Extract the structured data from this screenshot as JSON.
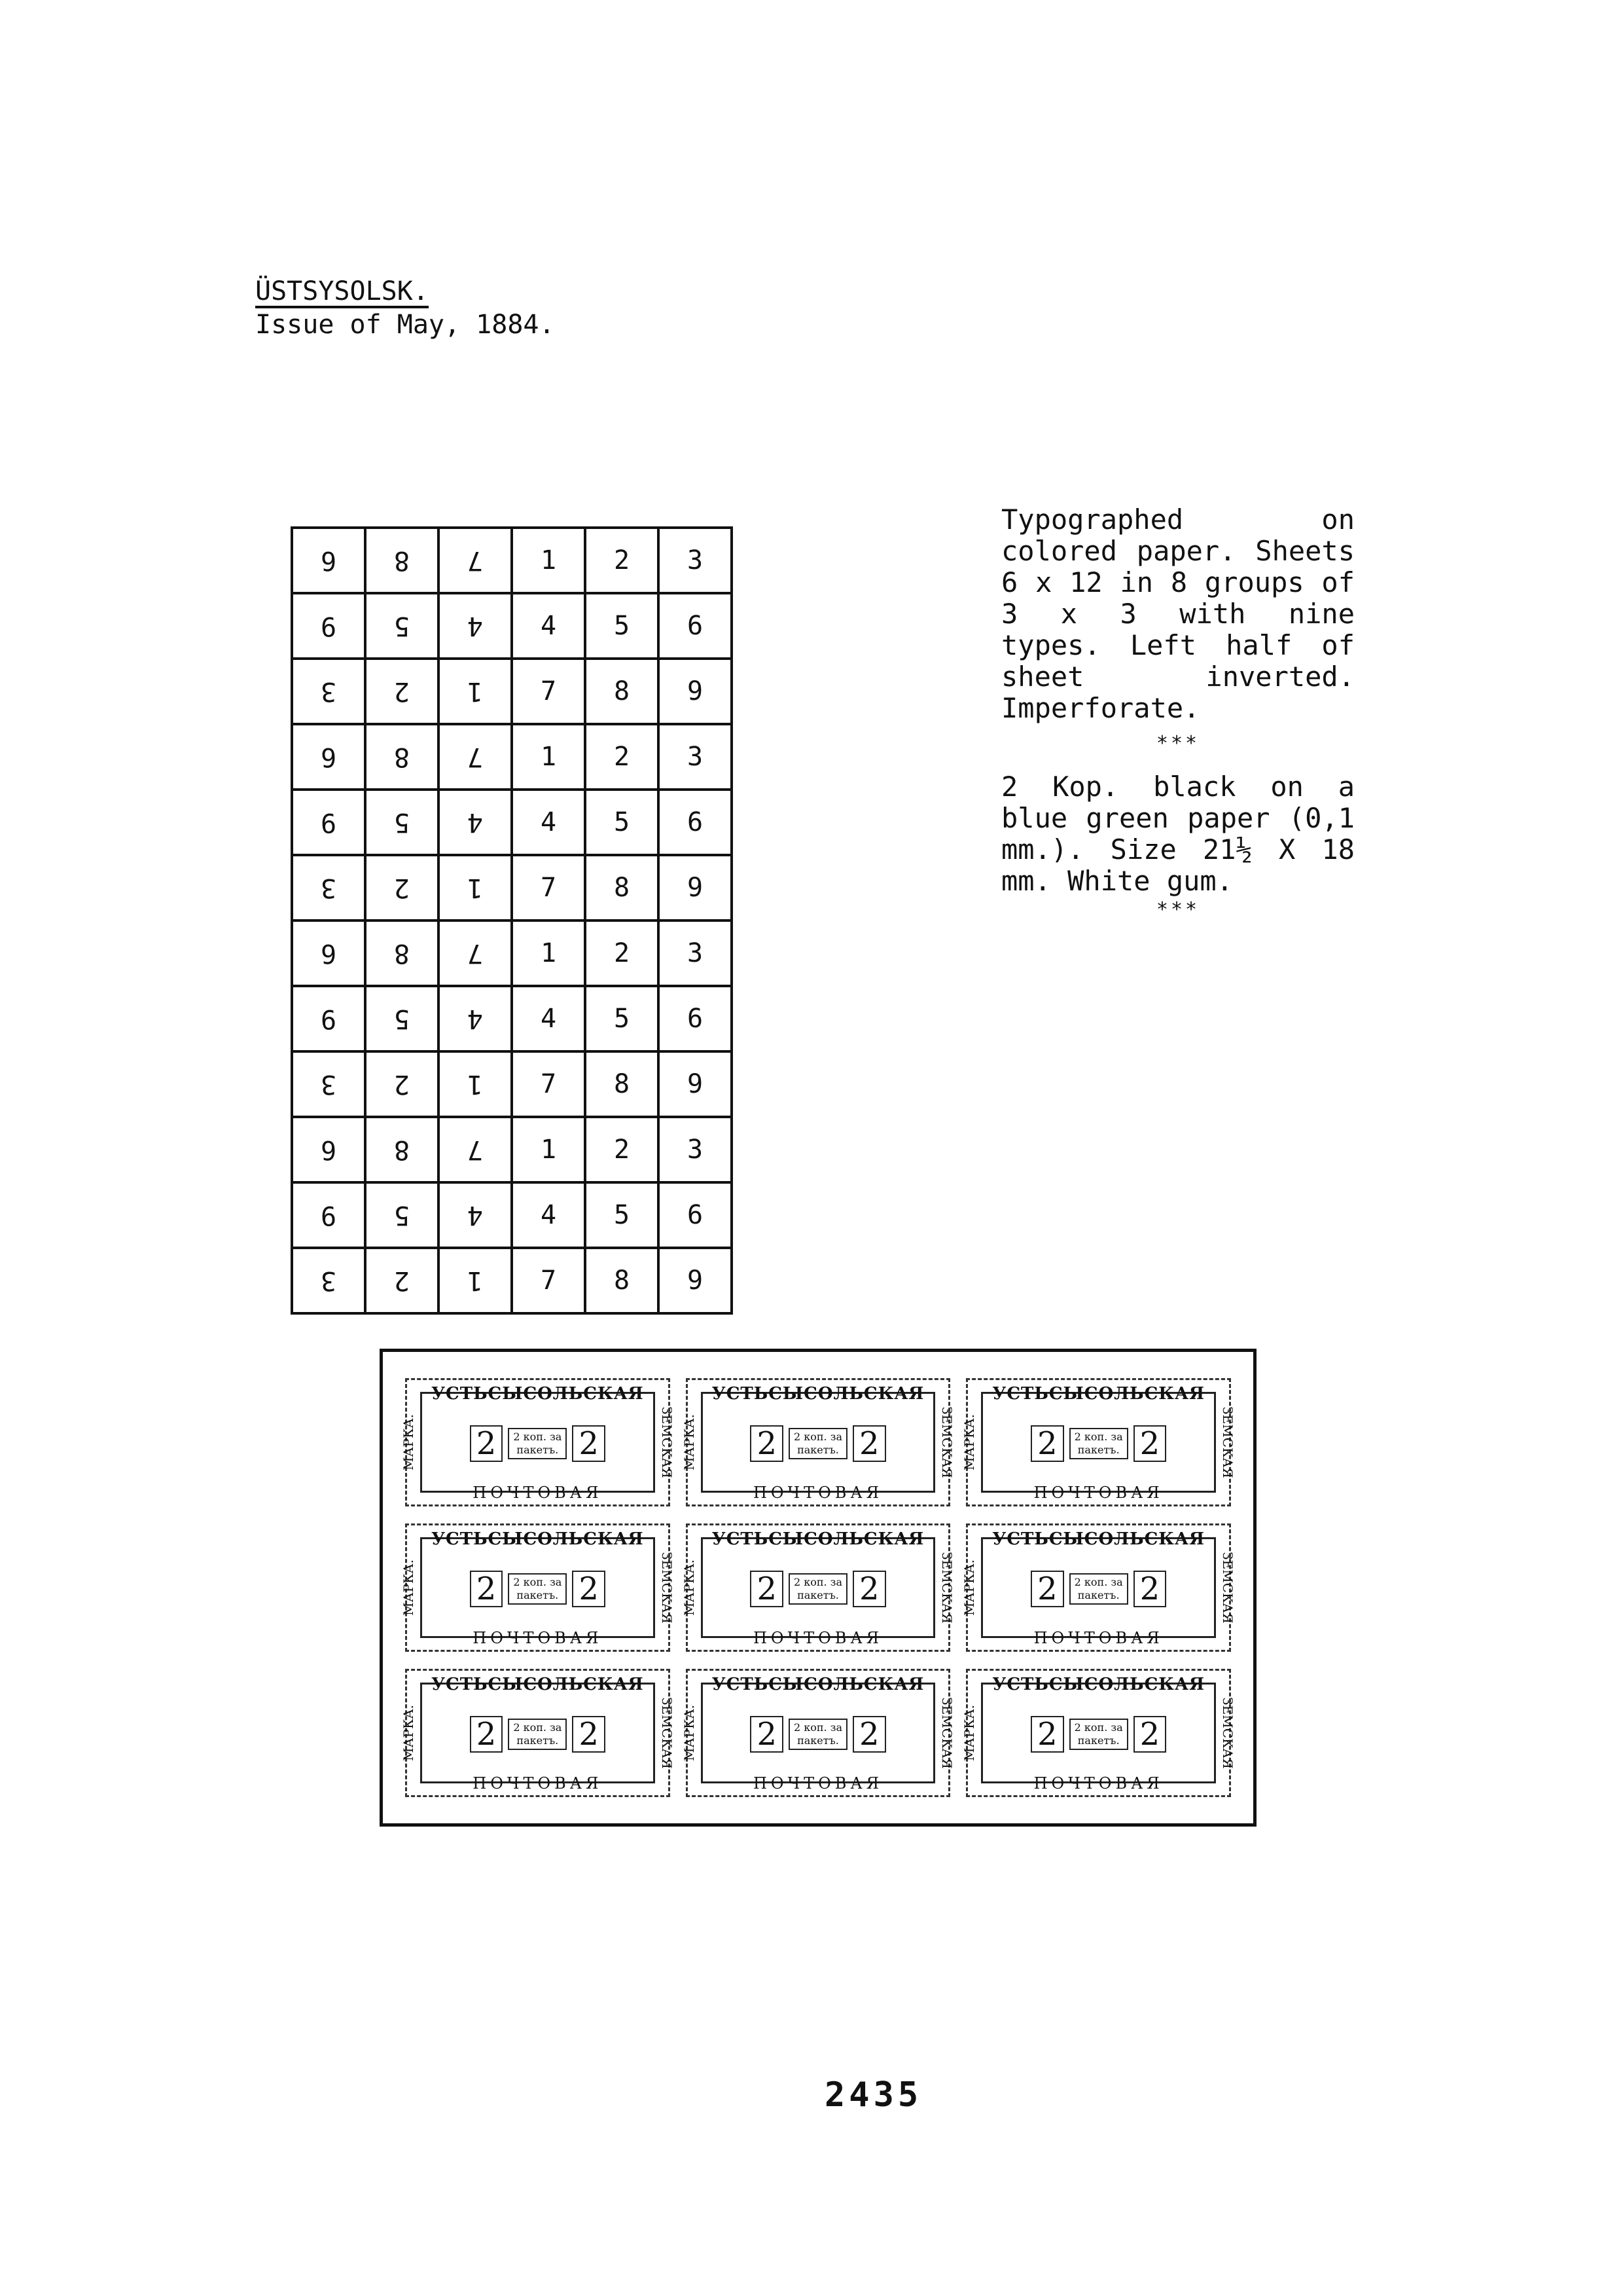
{
  "heading": {
    "title": "ÜSTSYSOLSK.",
    "subtitle": "Issue of May, 1884."
  },
  "sheet_layout": {
    "rows": [
      [
        "6",
        "8",
        "7",
        "1",
        "2",
        "3"
      ],
      [
        "9",
        "5",
        "4",
        "4",
        "5",
        "6"
      ],
      [
        "3",
        "2",
        "1",
        "7",
        "8",
        "9"
      ],
      [
        "6",
        "8",
        "7",
        "1",
        "2",
        "3"
      ],
      [
        "9",
        "5",
        "4",
        "4",
        "5",
        "6"
      ],
      [
        "3",
        "2",
        "1",
        "7",
        "8",
        "9"
      ],
      [
        "6",
        "8",
        "7",
        "1",
        "2",
        "3"
      ],
      [
        "9",
        "5",
        "4",
        "4",
        "5",
        "6"
      ],
      [
        "3",
        "2",
        "1",
        "7",
        "8",
        "9"
      ],
      [
        "6",
        "8",
        "7",
        "1",
        "2",
        "3"
      ],
      [
        "9",
        "5",
        "4",
        "4",
        "5",
        "6"
      ],
      [
        "3",
        "2",
        "1",
        "7",
        "8",
        "9"
      ]
    ],
    "inverted_columns": 3
  },
  "description": {
    "para1": "Typographed on colored paper. Sheets 6 x 12 in 8 groups of 3 x 3 with nine types. Left half of sheet inverted. Imperforate.",
    "separator1": "***",
    "para2": "2 Kop. black on a blue green paper (0,1 mm.). Size 21½ X 18 mm. White gum.",
    "separator2": "***"
  },
  "stamp": {
    "top_text": "УСТЬСЫСОЛЬСКАЯ",
    "bottom_text": "ПОЧТОВАЯ",
    "left_text": "МАРКА.",
    "right_text": "ЗЕМСКАЯ",
    "value": "2",
    "value_text_line1": "2 коп. за",
    "value_text_line2": "пакетъ."
  },
  "page_number": "2435"
}
